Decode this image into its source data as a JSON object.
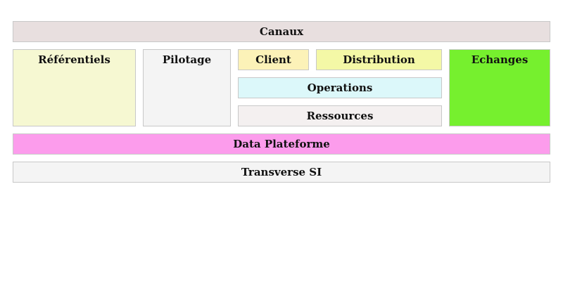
{
  "diagram": {
    "blocks": {
      "canaux": {
        "label": "Canaux",
        "color": "#e8dfdf"
      },
      "referentiels": {
        "label": "Référentiels",
        "color": "#f6f8d2"
      },
      "pilotage": {
        "label": "Pilotage",
        "color": "#f4f4f4"
      },
      "client": {
        "label": "Client",
        "color": "#fcf2b8"
      },
      "distribution": {
        "label": "Distribution",
        "color": "#f4f8a6"
      },
      "echanges": {
        "label": "Echanges",
        "color": "#76f02e"
      },
      "operations": {
        "label": "Operations",
        "color": "#dcf8fa"
      },
      "ressources": {
        "label": "Ressources",
        "color": "#f4f0f0"
      },
      "data_plateforme": {
        "label": "Data Plateforme",
        "color": "#fc9cec"
      },
      "transverse_si": {
        "label": "Transverse SI",
        "color": "#f4f4f4"
      }
    }
  }
}
